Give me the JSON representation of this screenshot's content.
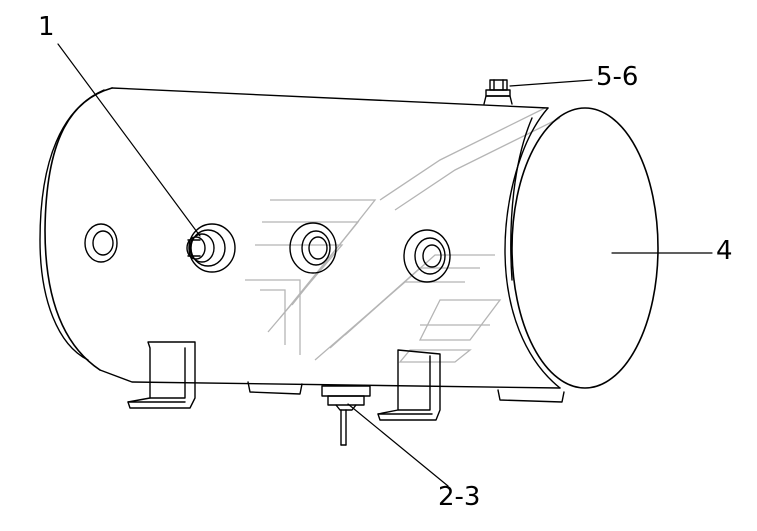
{
  "diagram": {
    "callouts": {
      "part_1": "1",
      "part_2_3": "2-3",
      "part_4": "4",
      "part_5_6": "5-6"
    },
    "colors": {
      "line": "#000000",
      "watermark": "#b5b5b5",
      "background": "#ffffff"
    }
  }
}
